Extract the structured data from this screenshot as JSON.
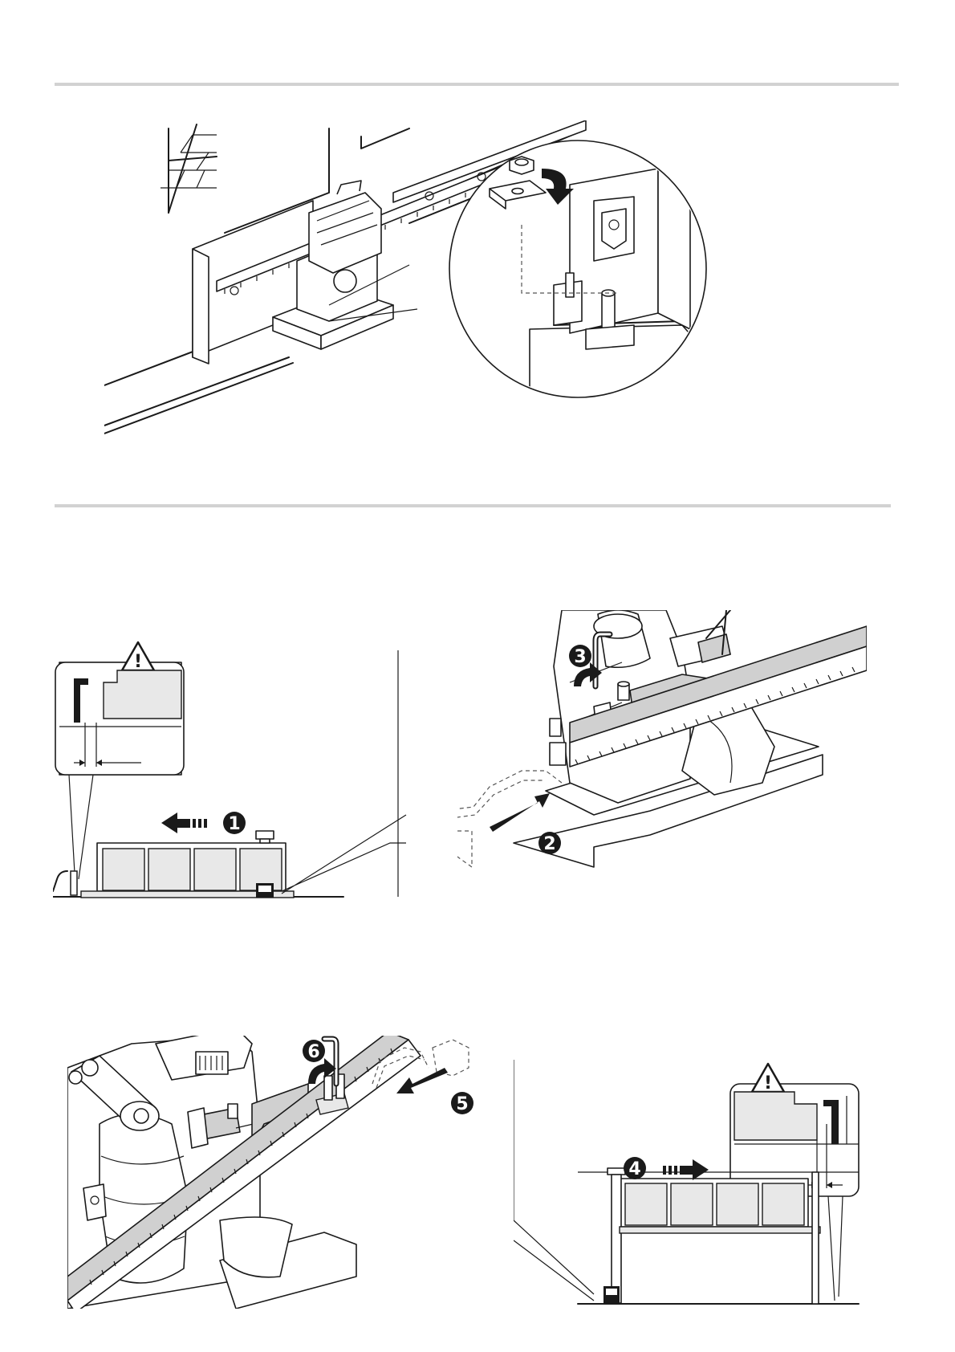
{
  "figures": [
    {
      "id": "fig-1",
      "subject": "operator-base-fixing-nut-and-washer"
    },
    {
      "id": "fig-2",
      "subject": "gate-closed-limit-rack-bracket"
    },
    {
      "id": "fig-3",
      "subject": "gate-open-limit-rack-bracket"
    }
  ],
  "step_badges": {
    "s1": "1",
    "s2": "2",
    "s3": "3",
    "s4": "4",
    "s5": "5",
    "s6": "6"
  },
  "warning_symbol": "!",
  "colors": {
    "rule": "#d2d2d2",
    "line": "#1a1a1a",
    "fill_gray": "#d0d0d0",
    "badge": "#1a1a1a"
  },
  "icons": [
    "warning-triangle-icon",
    "arrow-left-icon",
    "arrow-right-icon",
    "rotate-arrow-icon",
    "allen-key-icon"
  ]
}
